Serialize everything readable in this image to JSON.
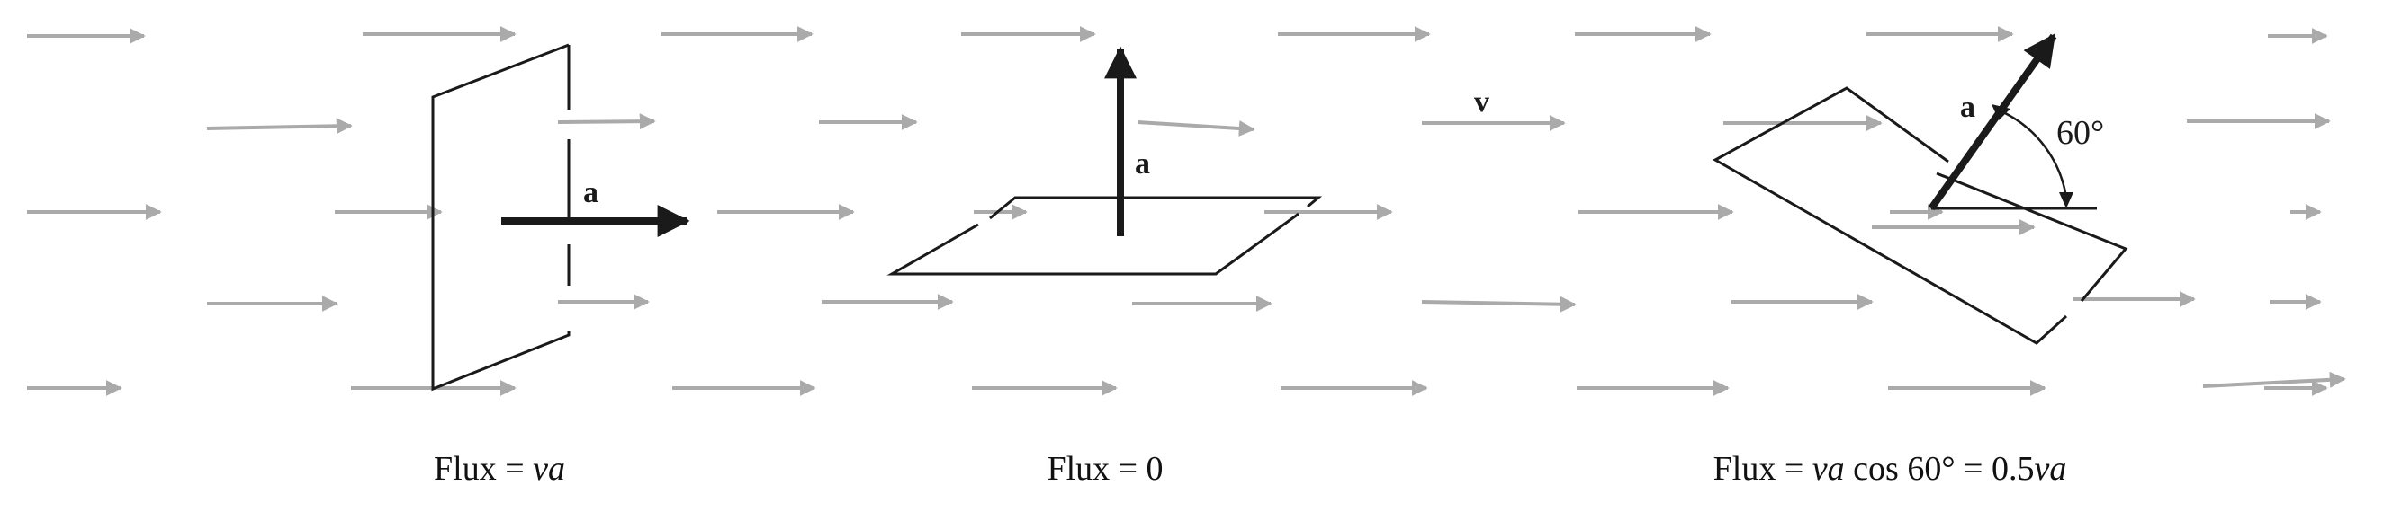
{
  "colors": {
    "flow": "#aaaaaa",
    "ink": "#1a1a1a"
  },
  "labels": {
    "velocity": "v",
    "area_vector": "a",
    "angle": "60°"
  },
  "panels": [
    {
      "orientation": "plane perpendicular to flow, area vector parallel to v",
      "angle_to_flow_deg": 0,
      "caption": {
        "prefix": "Flux = ",
        "var1": "va",
        "mid": "",
        "var2": "",
        "suffix": ""
      }
    },
    {
      "orientation": "plane parallel to flow, area vector perpendicular to v",
      "angle_to_flow_deg": 90,
      "caption": {
        "prefix": "Flux = 0",
        "var1": "",
        "mid": "",
        "var2": "",
        "suffix": ""
      }
    },
    {
      "orientation": "plane tilted, area vector at 60° to v",
      "angle_to_flow_deg": 60,
      "caption": {
        "prefix": "Flux = ",
        "var1": "va",
        "mid": " cos 60° = 0.5",
        "var2": "va",
        "suffix": ""
      }
    }
  ]
}
